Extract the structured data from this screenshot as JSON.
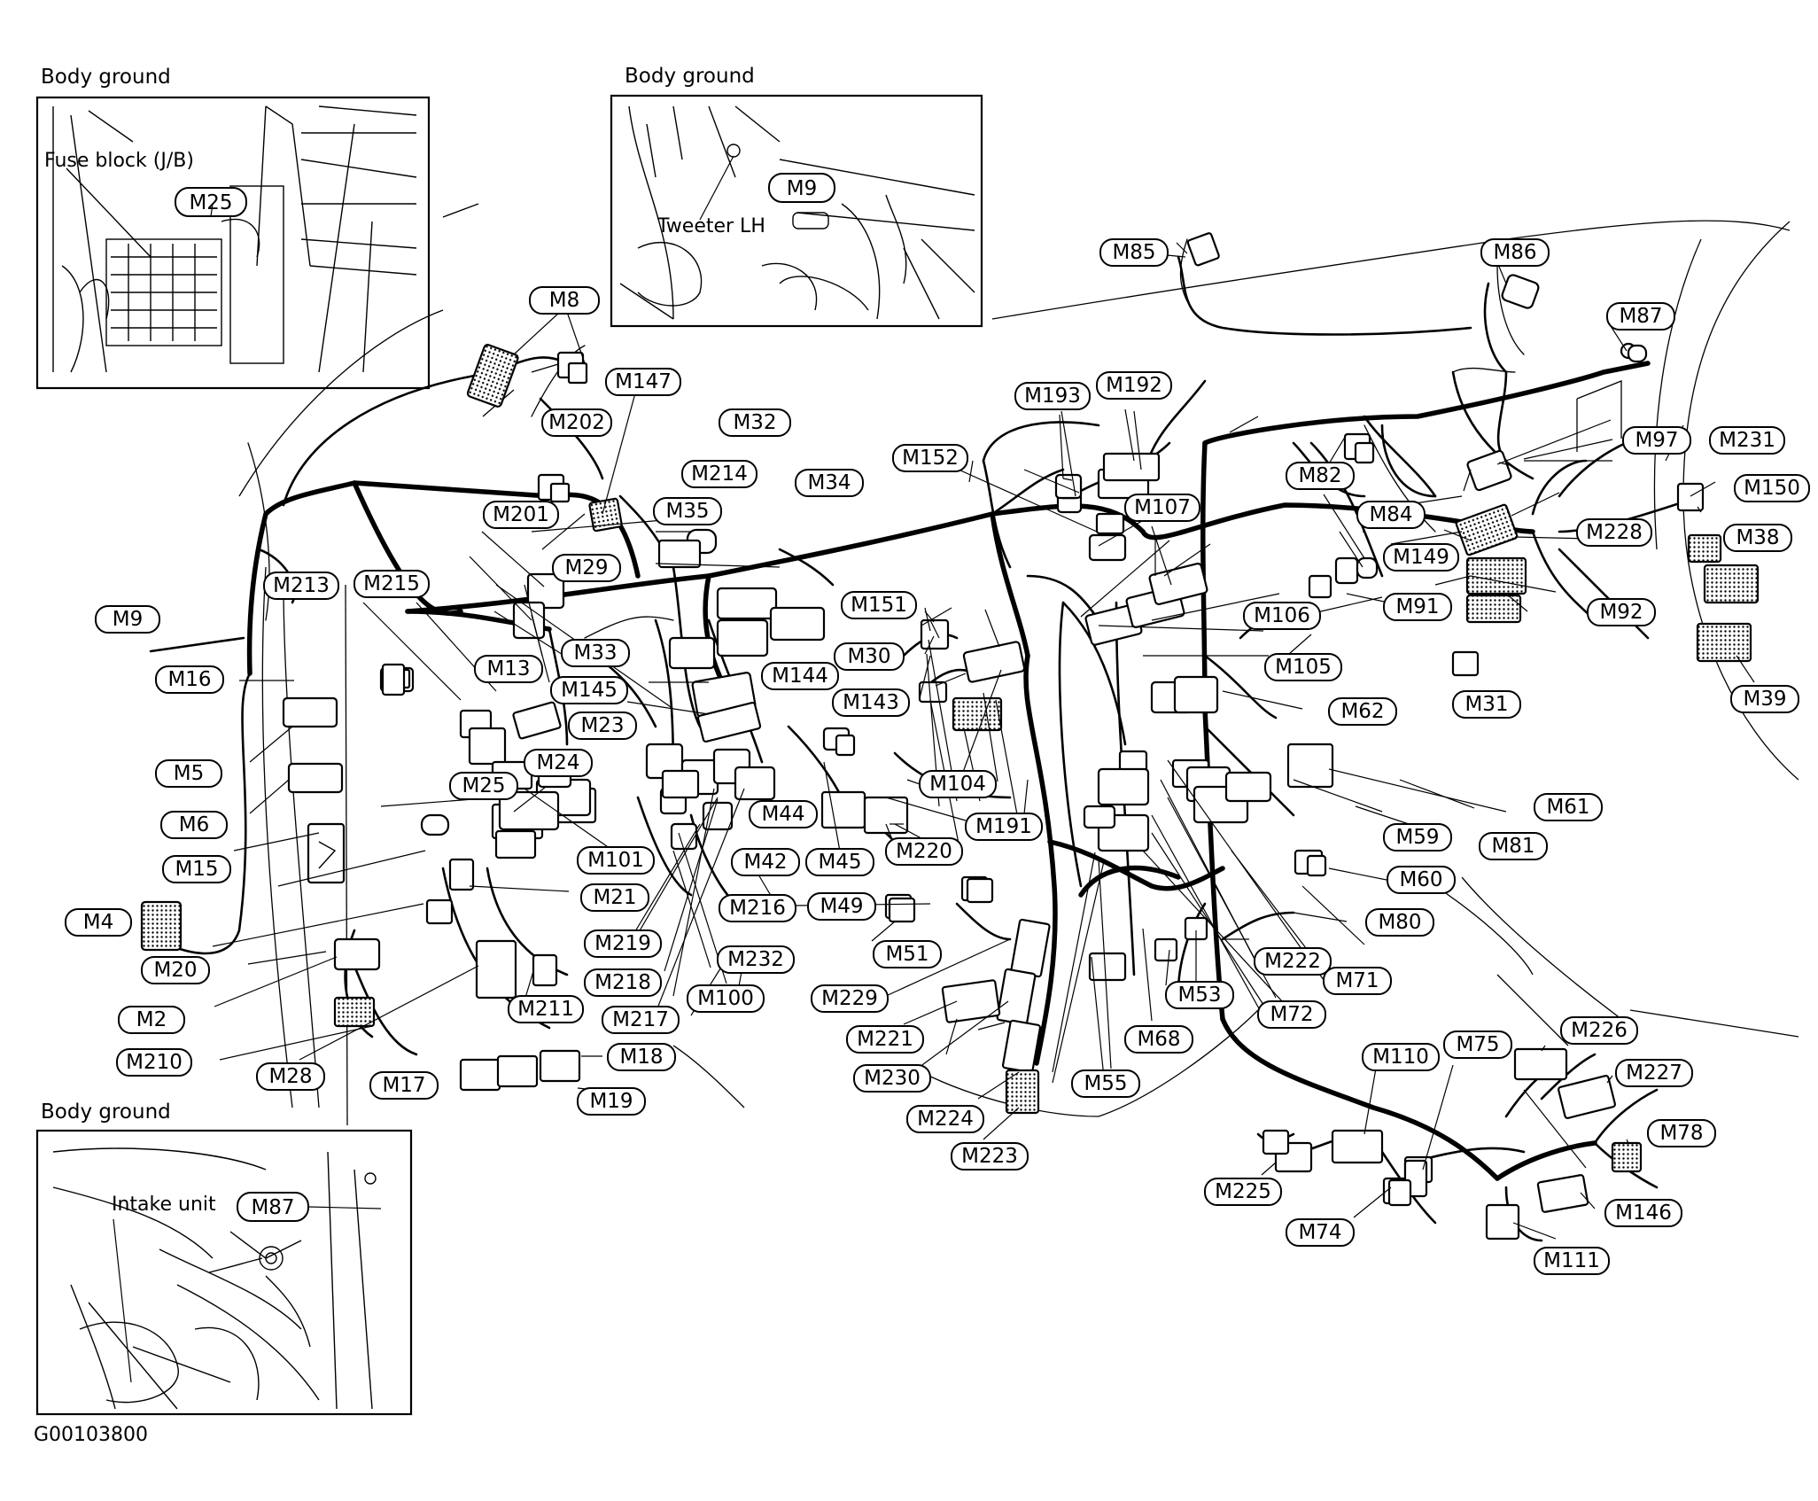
{
  "insets": {
    "top_left": {
      "heading": "Body ground",
      "caption": "Fuse block (J/B)",
      "connector": "M25"
    },
    "top_middle": {
      "heading": "Body ground",
      "caption": "Tweeter LH",
      "connector": "M9"
    },
    "bottom_left": {
      "heading": "Body ground",
      "caption": "Intake unit",
      "connector": "M87"
    }
  },
  "figure_id": "G00103800",
  "connector_labels": [
    "M8",
    "M202",
    "M147",
    "M201",
    "M32",
    "M214",
    "M34",
    "M35",
    "M29",
    "M213",
    "M215",
    "M9",
    "M16",
    "M13",
    "M33",
    "M145",
    "M144",
    "M143",
    "M151",
    "M30",
    "M5",
    "M6",
    "M23",
    "M24",
    "M25",
    "M15",
    "M4",
    "M101",
    "M21",
    "M20",
    "M2",
    "M210",
    "M28",
    "M17",
    "M211",
    "M18",
    "M19",
    "M42",
    "M44",
    "M45",
    "M220",
    "M216",
    "M219",
    "M232",
    "M218",
    "M217",
    "M100",
    "M49",
    "M51",
    "M229",
    "M221",
    "M230",
    "M224",
    "M223",
    "M55",
    "M68",
    "M53",
    "M72",
    "M222",
    "M71",
    "M104",
    "M191",
    "M85",
    "M86",
    "M87",
    "M193",
    "M192",
    "M152",
    "M107",
    "M82",
    "M84",
    "M97",
    "M231",
    "M150",
    "M149",
    "M228",
    "M38",
    "M91",
    "M92",
    "M106",
    "M105",
    "M62",
    "M31",
    "M39",
    "M61",
    "M59",
    "M81",
    "M60",
    "M80",
    "M110",
    "M75",
    "M226",
    "M227",
    "M78",
    "M225",
    "M74",
    "M146",
    "M111"
  ]
}
